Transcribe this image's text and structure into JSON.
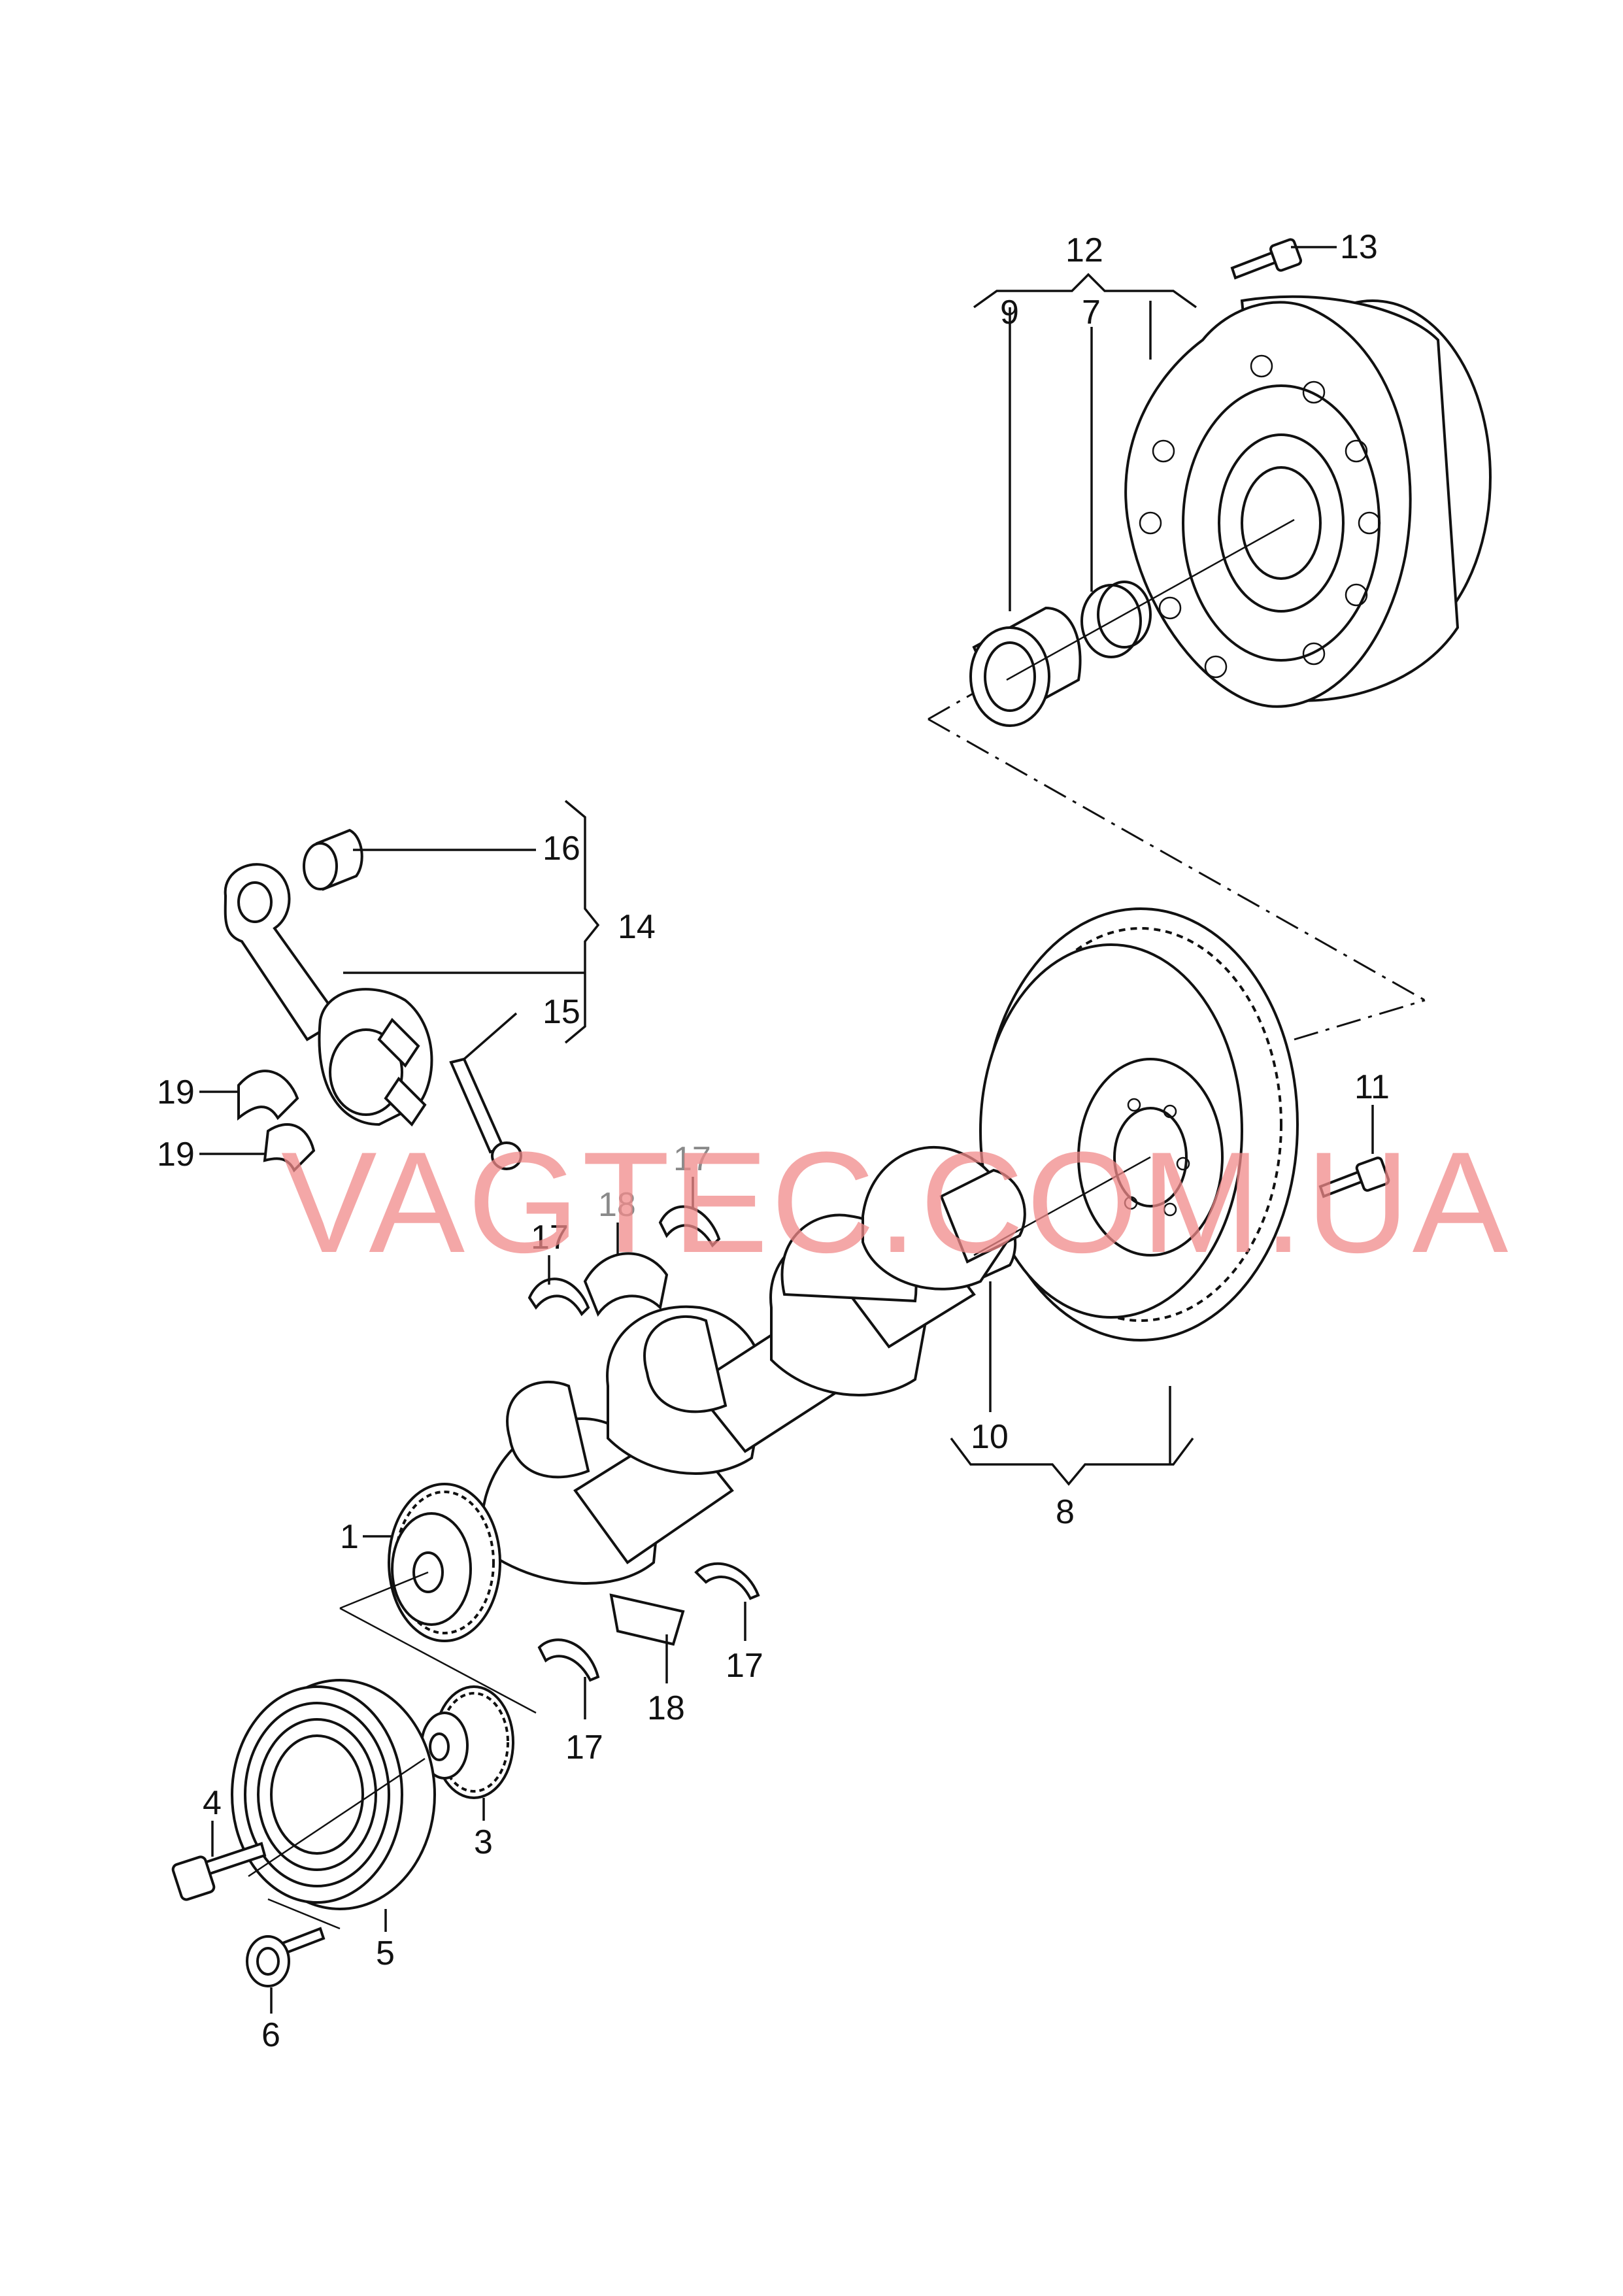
{
  "watermark": "VAGTEC.COM.UA",
  "callouts": {
    "c1": "1",
    "c3": "3",
    "c4": "4",
    "c5": "5",
    "c6": "6",
    "c7": "7",
    "c8": "8",
    "c9": "9",
    "c10": "10",
    "c11": "11",
    "c12": "12",
    "c13": "13",
    "c14": "14",
    "c15": "15",
    "c16": "16",
    "c17a": "17",
    "c17b": "17",
    "c17c": "17",
    "c17d": "17",
    "c18a": "18",
    "c18b": "18",
    "c19a": "19",
    "c19b": "19"
  },
  "colors": {
    "line": "#111111",
    "watermark": "#f08a8a",
    "background": "#ffffff"
  }
}
